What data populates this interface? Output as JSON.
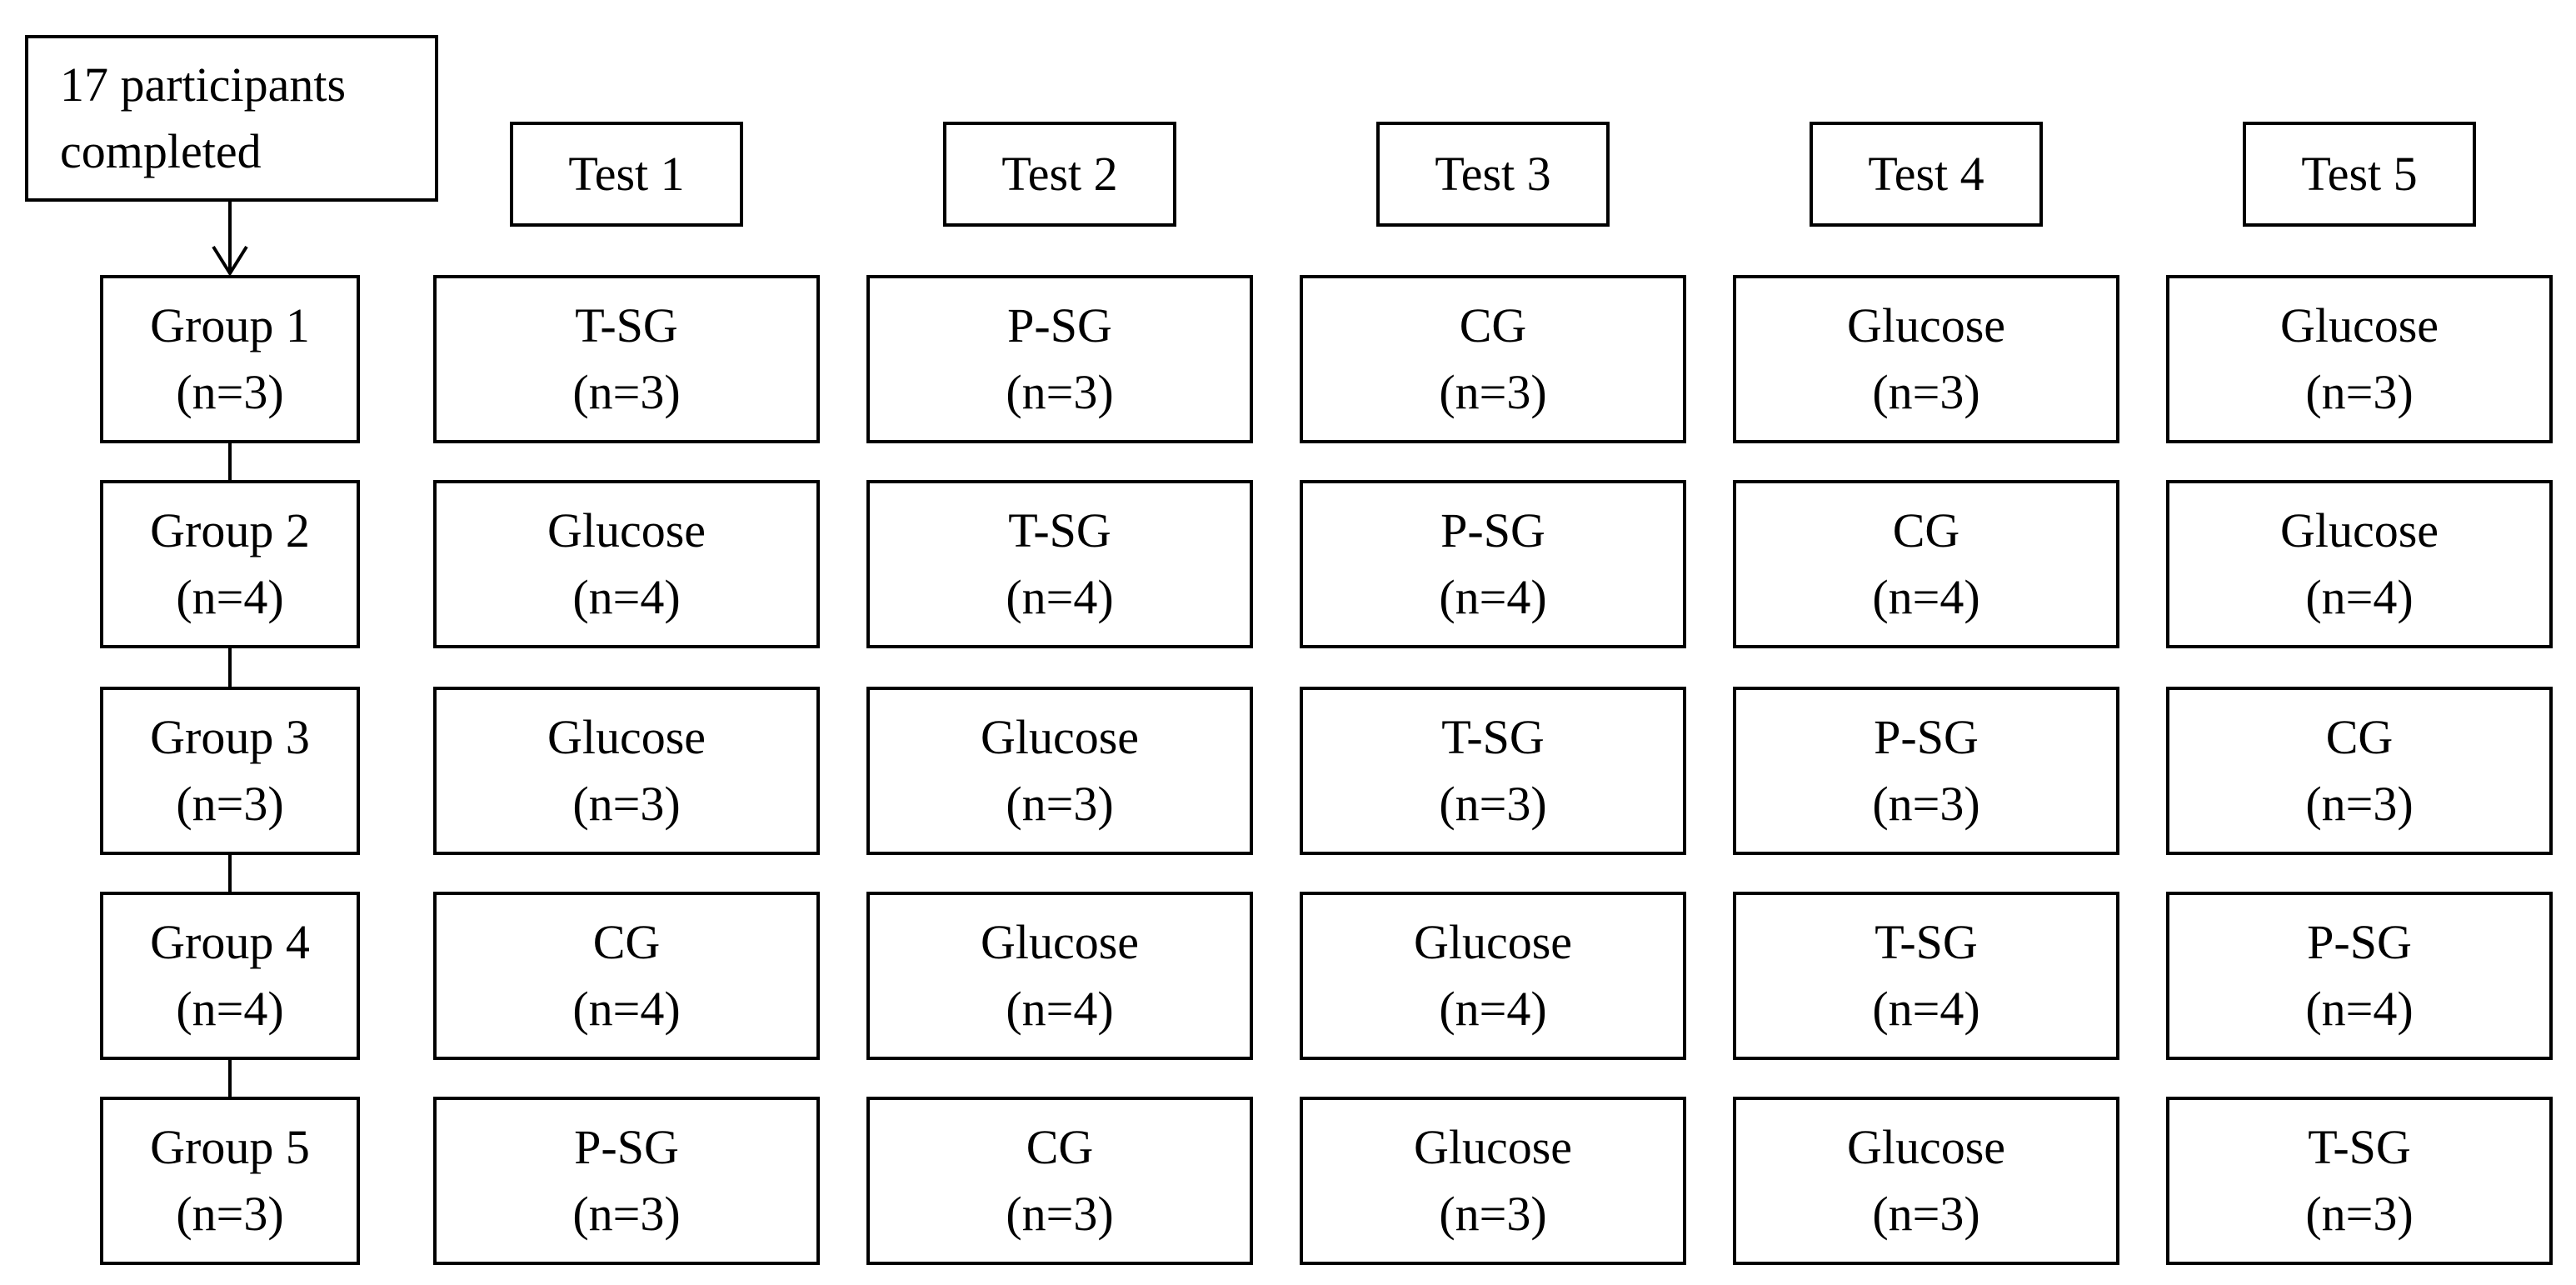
{
  "start": {
    "lines": [
      "17 participants",
      "completed"
    ]
  },
  "tests": [
    "Test 1",
    "Test 2",
    "Test 3",
    "Test 4",
    "Test 5"
  ],
  "groups": [
    {
      "label": "Group 1",
      "n": "(n=3)",
      "cells": [
        {
          "label": "T-SG",
          "n": "(n=3)"
        },
        {
          "label": "P-SG",
          "n": "(n=3)"
        },
        {
          "label": "CG",
          "n": "(n=3)"
        },
        {
          "label": "Glucose",
          "n": "(n=3)"
        },
        {
          "label": "Glucose",
          "n": "(n=3)"
        }
      ]
    },
    {
      "label": "Group 2",
      "n": "(n=4)",
      "cells": [
        {
          "label": "Glucose",
          "n": "(n=4)"
        },
        {
          "label": "T-SG",
          "n": "(n=4)"
        },
        {
          "label": "P-SG",
          "n": "(n=4)"
        },
        {
          "label": "CG",
          "n": "(n=4)"
        },
        {
          "label": "Glucose",
          "n": "(n=4)"
        }
      ]
    },
    {
      "label": "Group 3",
      "n": "(n=3)",
      "cells": [
        {
          "label": "Glucose",
          "n": "(n=3)"
        },
        {
          "label": "Glucose",
          "n": "(n=3)"
        },
        {
          "label": "T-SG",
          "n": "(n=3)"
        },
        {
          "label": "P-SG",
          "n": "(n=3)"
        },
        {
          "label": "CG",
          "n": "(n=3)"
        }
      ]
    },
    {
      "label": "Group 4",
      "n": "(n=4)",
      "cells": [
        {
          "label": "CG",
          "n": "(n=4)"
        },
        {
          "label": "Glucose",
          "n": "(n=4)"
        },
        {
          "label": "Glucose",
          "n": "(n=4)"
        },
        {
          "label": "T-SG",
          "n": "(n=4)"
        },
        {
          "label": "P-SG",
          "n": "(n=4)"
        }
      ]
    },
    {
      "label": "Group 5",
      "n": "(n=3)",
      "cells": [
        {
          "label": "P-SG",
          "n": "(n=3)"
        },
        {
          "label": "CG",
          "n": "(n=3)"
        },
        {
          "label": "Glucose",
          "n": "(n=3)"
        },
        {
          "label": "Glucose",
          "n": "(n=3)"
        },
        {
          "label": "T-SG",
          "n": "(n=3)"
        }
      ]
    }
  ]
}
